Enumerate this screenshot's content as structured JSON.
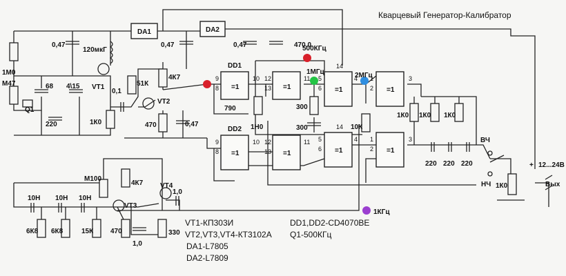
{
  "title": "Кварцевый Генератор-Калибратор",
  "markers": {
    "f500k": {
      "label": "500КГц",
      "color": "#d8202a"
    },
    "f1m": {
      "label": "1МГц",
      "color": "#23c445"
    },
    "f2m": {
      "label": "2МГц",
      "color": "#2f8ee0"
    },
    "f1k": {
      "label": "1КГц",
      "color": "#9b3fd0"
    }
  },
  "ics": {
    "da1": "DA1",
    "da2": "DA2",
    "dd1": "DD1",
    "dd2": "DD2",
    "vt1": "VT1",
    "vt2": "VT2",
    "vt3": "VT3",
    "vt4": "VT4",
    "q1": "Q1"
  },
  "parts": {
    "r_1m0": "1М0",
    "r_m47": "М47",
    "c_68": "68",
    "c_4_15": "4\\15",
    "c_220": "220",
    "c_047a": "0,47",
    "l_120": "120мкГ",
    "c_01": "0,1",
    "r_51k": "51К",
    "r_1k0a": "1К0",
    "c_047b": "0,47",
    "r_4k7a": "4К7",
    "r_470a": "470",
    "c_047c": "0,47",
    "c_047d": "0,47",
    "c_4700": "470,0",
    "r_790": "790",
    "r_1h0": "1Н0",
    "r_300a": "300",
    "r_300b": "300",
    "r_10k": "10К",
    "r_1k0b": "1К0",
    "r_1k0c": "1К0",
    "r_1k0d": "1К0",
    "c_220a": "220",
    "c_220b": "220",
    "c_220c": "220",
    "r_1k0e": "1К0",
    "vch": "ВЧ",
    "nch": "НЧ",
    "supply": "12...24В",
    "plus": "+",
    "out": "Вых",
    "c_10n_a": "10Н",
    "c_10n_b": "10Н",
    "c_10n_c": "10Н",
    "r_6k8a": "6К8",
    "r_6k8b": "6К8",
    "r_15k": "15К",
    "r_470b": "470",
    "c_10": "1,0",
    "r_m100": "М100",
    "r_4k7b": "4К7",
    "c_10b": "1,0",
    "r_330": "330"
  },
  "pins": {
    "p9": "9",
    "p8": "8",
    "p10": "10",
    "p12": "12",
    "p13": "13",
    "p11": "11",
    "p14": "14",
    "p5": "5",
    "p6": "6",
    "p4": "4",
    "p1": "1",
    "p2": "2",
    "p3": "3"
  },
  "notes": {
    "n1": "VT1-КП303И",
    "n2": "VT2,VT3,VT4-КТ3102А",
    "n3": "DA1-L7805",
    "n4": "DA2-L7809",
    "n5": "DD1,DD2-CD4070BE",
    "n6": "Q1-500КГц"
  }
}
